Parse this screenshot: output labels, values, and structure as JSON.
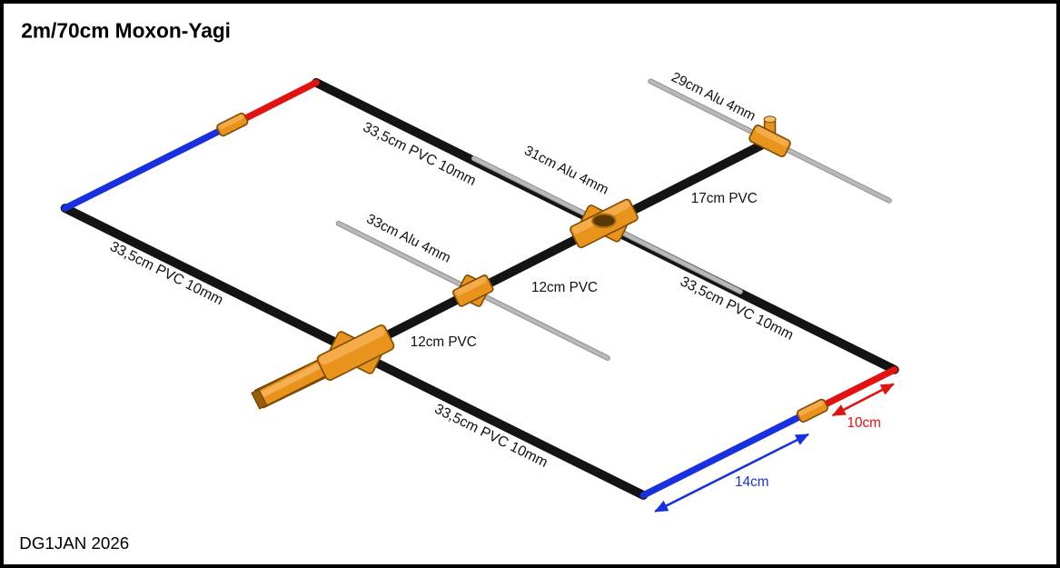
{
  "title": "2m/70cm Moxon-Yagi",
  "credit": "DG1JAN 2026",
  "colors": {
    "background": "#ffffff",
    "border": "#000000",
    "tube-black": "#141414",
    "tube-red": "#e11210",
    "tube-blue": "#1730e0",
    "alu-gray": "#b9b9b9",
    "alu-gray-dark": "#8f8f8f",
    "connector-orange": "#e8941c",
    "connector-orange-dark": "#7c4a02",
    "connector-orange-light": "#f6b052",
    "dim-red": "#e11210",
    "dim-blue": "#1730e0",
    "label-black": "#111111"
  },
  "labels": {
    "pvc_long": "33,5cm PVC 10mm",
    "alu_29": "29cm Alu 4mm",
    "alu_31": "31cm Alu 4mm",
    "alu_33": "33cm Alu 4mm",
    "pvc_17": "17cm PVC",
    "pvc_12": "12cm PVC",
    "dim_red": "10cm",
    "dim_blue": "14cm"
  }
}
